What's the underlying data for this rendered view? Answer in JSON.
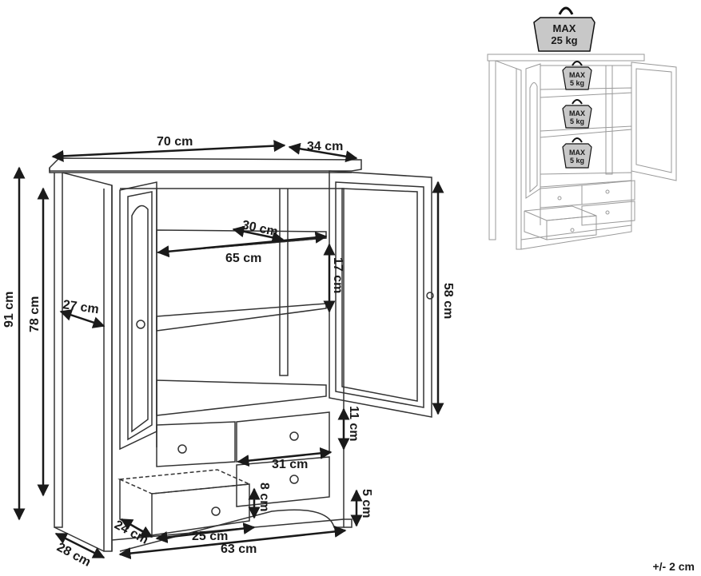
{
  "dimensions": {
    "width_top": "70 cm",
    "depth_top": "34 cm",
    "shelf_depth": "30 cm",
    "shelf_width": "65 cm",
    "shelf_gap": "17 cm",
    "door_height": "58 cm",
    "side_depth": "27 cm",
    "total_height": "91 cm",
    "body_height": "78 cm",
    "drawer_height": "11 cm",
    "drawer_width": "31 cm",
    "drawer_inner_height": "8 cm",
    "leg_height": "5 cm",
    "drawer_inner_depth": "24 cm",
    "drawer_inner_width": "25 cm",
    "base_width": "63 cm",
    "base_depth": "28 cm"
  },
  "load": {
    "top": {
      "line1": "MAX",
      "line2": "25 kg"
    },
    "shelf": {
      "line1": "MAX",
      "line2": "5 kg"
    }
  },
  "tolerance": "+/- 2 cm"
}
